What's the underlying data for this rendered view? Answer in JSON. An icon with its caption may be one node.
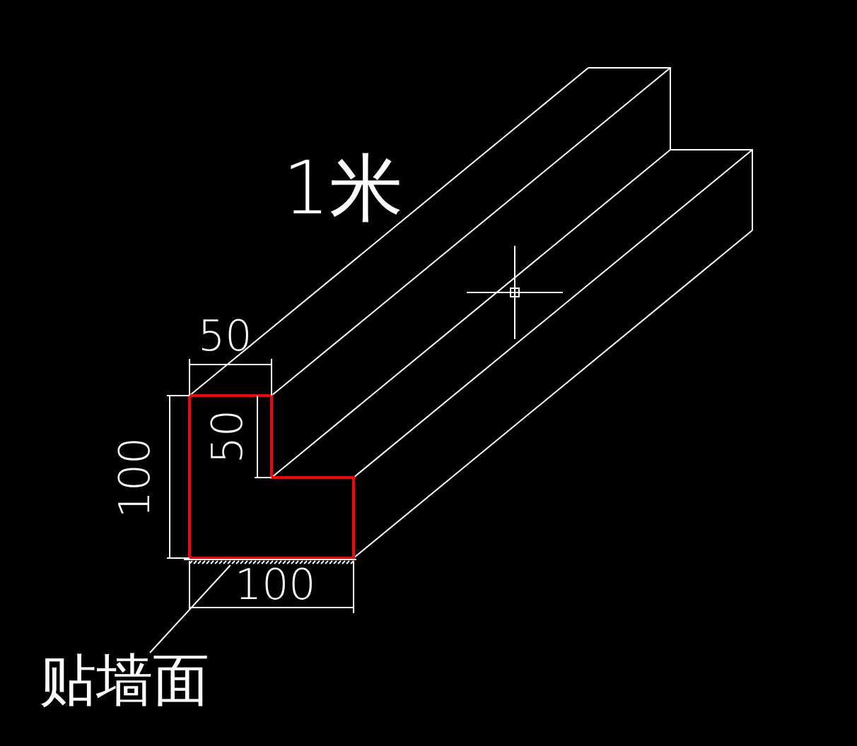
{
  "diagram": {
    "nodes": [
      {
        "text": [
          "贴墙面"
        ]
      },
      {
        "text": [],
        "shape": "bar"
      }
    ],
    "edges": [
      {
        "from": 0,
        "to": 1,
        "arrow": "none"
      }
    ],
    "labels": [
      "1米",
      "50",
      "100",
      "50",
      "100"
    ]
  }
}
